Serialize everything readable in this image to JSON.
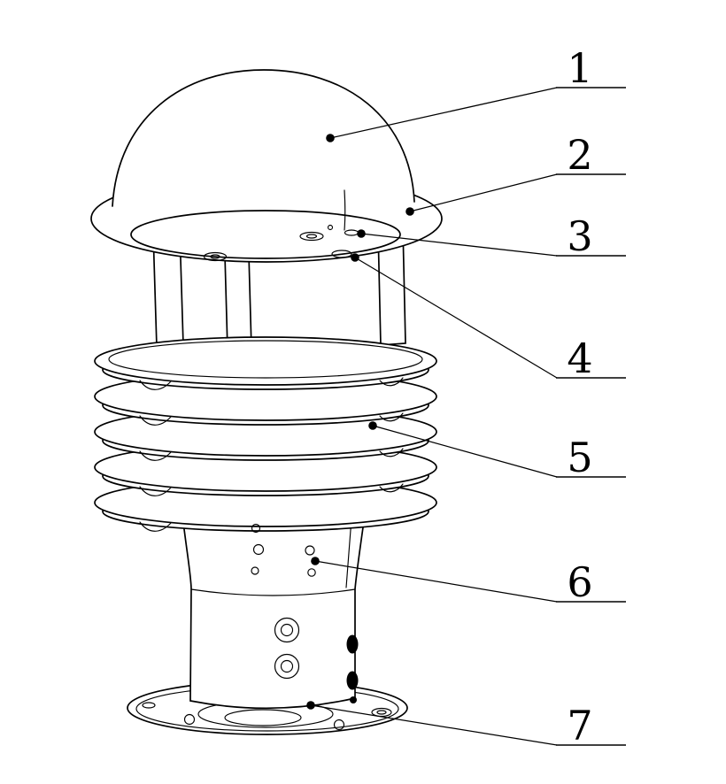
{
  "figure": {
    "background": "#ffffff",
    "stroke_color": "#000000",
    "fill_color": "#ffffff"
  },
  "callouts": [
    {
      "text": "1"
    },
    {
      "text": "2"
    },
    {
      "text": "3"
    },
    {
      "text": "4"
    },
    {
      "text": "5"
    },
    {
      "text": "6"
    },
    {
      "text": "7"
    }
  ]
}
